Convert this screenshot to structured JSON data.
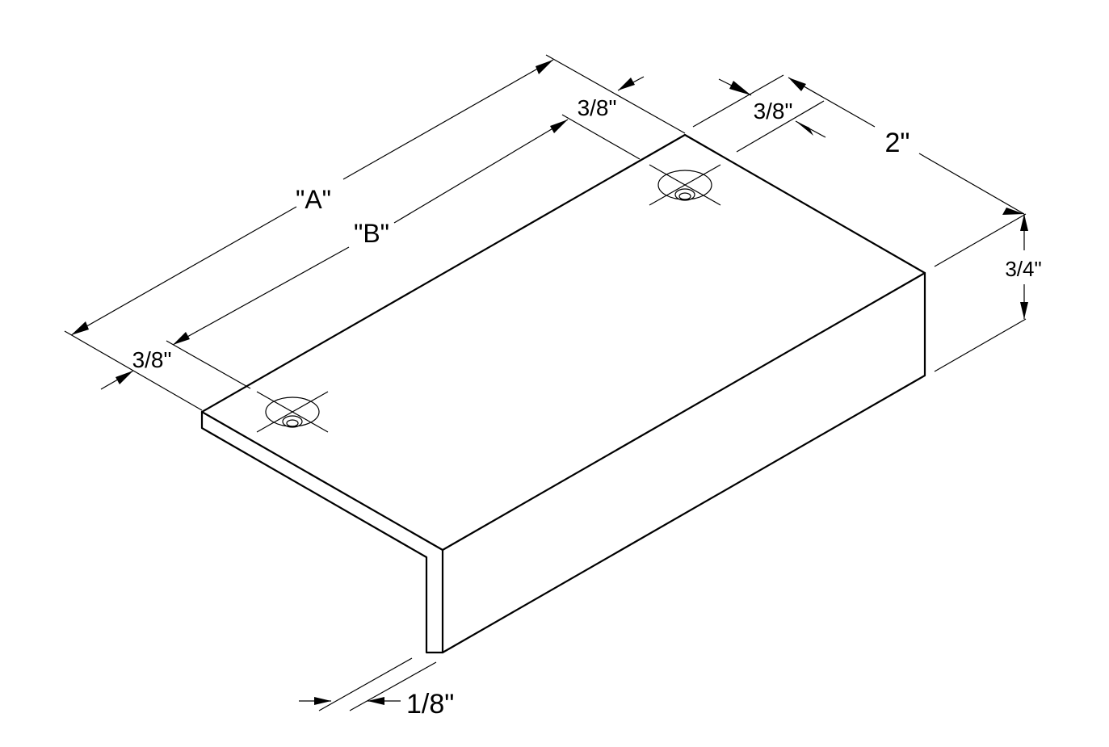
{
  "diagram": {
    "dimensions": {
      "length_a": "\"A\"",
      "length_b": "\"B\"",
      "hole_offset_end": "3/8\"",
      "hole_offset_top": "3/8\"",
      "hole_offset_side": "3/8\"",
      "width": "2\"",
      "height": "3/4\"",
      "thickness": "1/8\""
    },
    "colors": {
      "line": "#000000",
      "background": "#ffffff"
    }
  }
}
